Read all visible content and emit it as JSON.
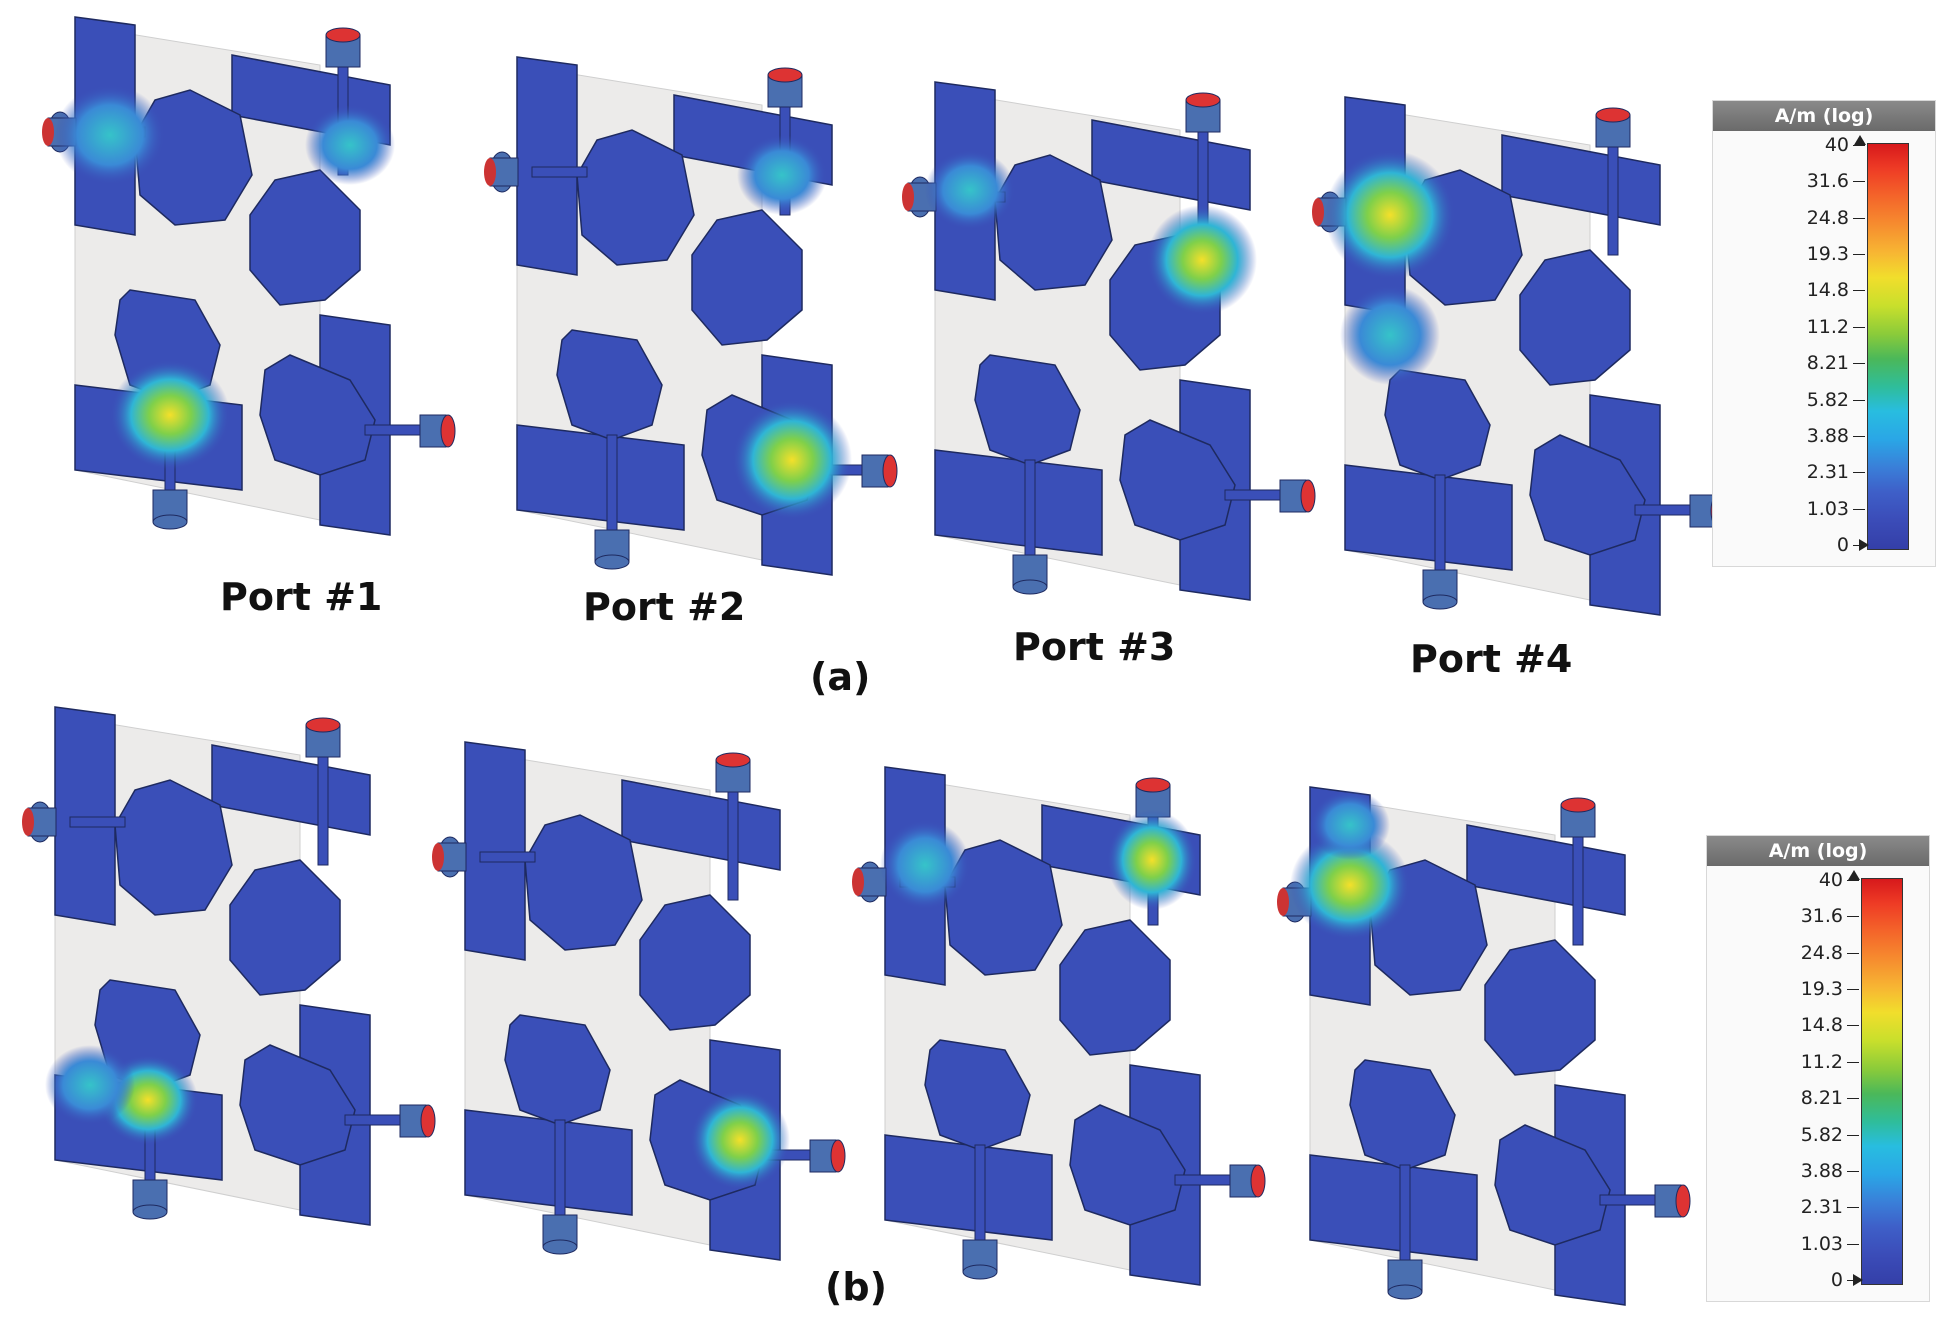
{
  "figure": {
    "row_labels": [
      "(a)",
      "(b)"
    ],
    "port_labels": [
      "Port #1",
      "Port #2",
      "Port #3",
      "Port #4"
    ],
    "port_numbers": [
      "1",
      "2",
      "3",
      "4"
    ]
  },
  "legend": {
    "title": "A/m (log)",
    "ticks": [
      "40",
      "31.6",
      "24.8",
      "19.3",
      "14.8",
      "11.2",
      "8.21",
      "5.82",
      "3.88",
      "2.31",
      "1.03",
      "0"
    ]
  },
  "colors": {
    "substrate": "#ecebea",
    "low_field": "#3a4fb8",
    "mid_field": "#2fb5d6",
    "high_field": "#f2d22a",
    "peak_field": "#d7191c",
    "connector": "#4a6fb0"
  }
}
